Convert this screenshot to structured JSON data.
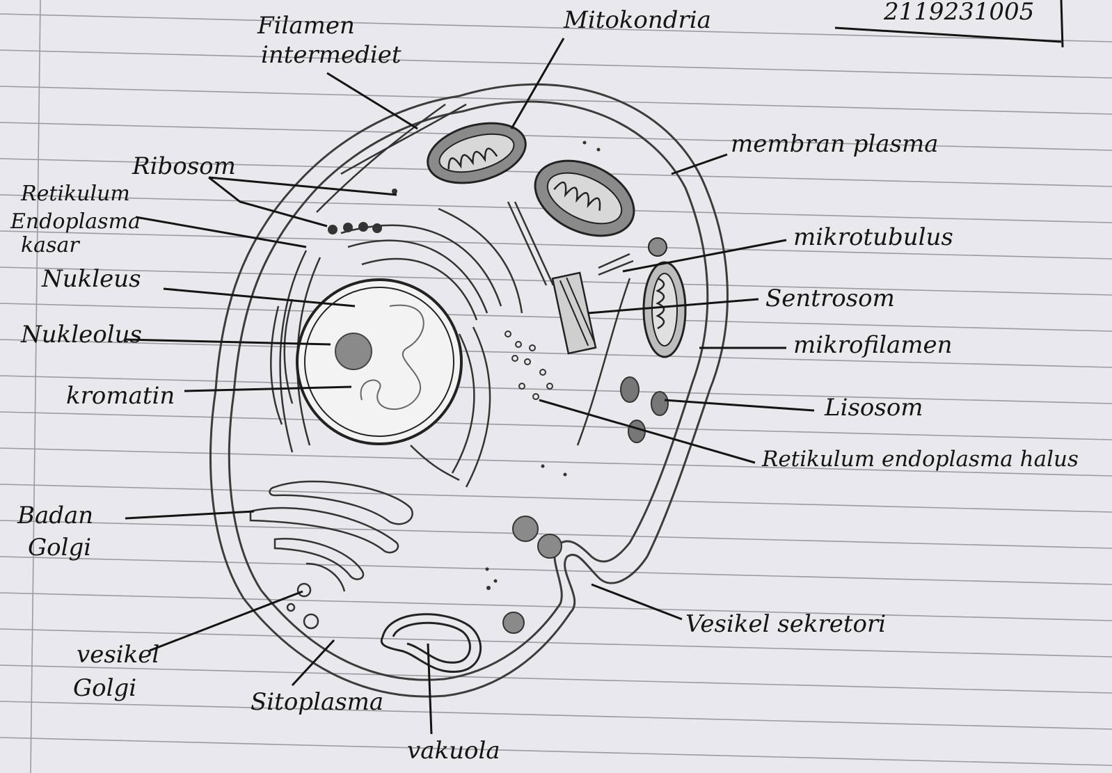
{
  "corner_text": "2119231005",
  "labels": {
    "filamen_intermediet": [
      "Filamen",
      "intermediet"
    ],
    "mitokondria": "Mitokondria",
    "ribosom": "Ribosom",
    "re_kasar": [
      "Retikulum",
      "Endoplasma",
      "kasar"
    ],
    "nukleus": "Nukleus",
    "nukleolus": "Nukleolus",
    "kromatin": "kromatin",
    "badan_golgi": [
      "Badan",
      "Golgi"
    ],
    "vesikel_golgi": [
      "vesikel",
      "Golgi"
    ],
    "sitoplasma": "Sitoplasma",
    "vakuola": "vakuola",
    "membran_plasma": "membran plasma",
    "mikrotubulus": "mikrotubulus",
    "sentrosom": "Sentrosom",
    "mikrofilamen": "mikrofilamen",
    "lisosom": "Lisosom",
    "re_halus": "Retikulum endoplasma halus",
    "vesikel_sekretori": "Vesikel sekretori"
  },
  "colors": {
    "paper": "#e9e8ec",
    "rule_line": "#9a9aa0",
    "ink": "#141414",
    "organelle_fill": "#8a8a8a"
  }
}
